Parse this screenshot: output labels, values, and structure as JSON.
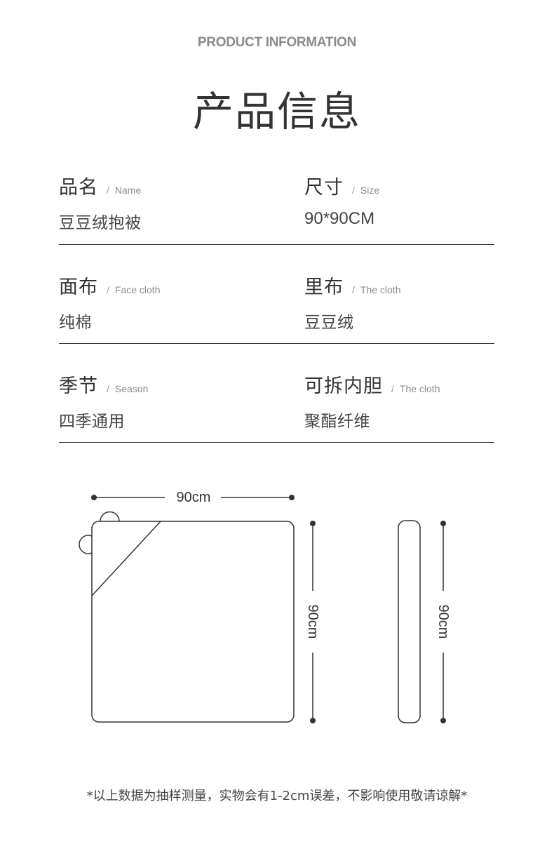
{
  "header": {
    "subtitle": "PRODUCT INFORMATION",
    "title": "产品信息"
  },
  "info": {
    "name": {
      "label_cn": "品名",
      "label_en": "Name",
      "value": "豆豆绒抱被"
    },
    "size": {
      "label_cn": "尺寸",
      "label_en": "Size",
      "value": "90*90CM"
    },
    "face_cloth": {
      "label_cn": "面布",
      "label_en": "Face cloth",
      "value": "纯棉"
    },
    "inner_cloth": {
      "label_cn": "里布",
      "label_en": "The cloth",
      "value": "豆豆绒"
    },
    "season": {
      "label_cn": "季节",
      "label_en": "Season",
      "value": "四季通用"
    },
    "removable_core": {
      "label_cn": "可拆内胆",
      "label_en": "The cloth",
      "value": "聚酯纤维"
    },
    "separator": "/"
  },
  "diagram": {
    "width_label": "90cm",
    "height_label": "90cm",
    "side_height_label": "90cm"
  },
  "footnote": "*以上数据为抽样测量，实物会有1-2cm误差，不影响使用敬请谅解*"
}
